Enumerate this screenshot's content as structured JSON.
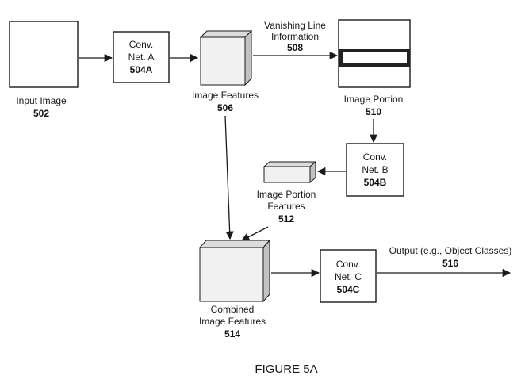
{
  "input_image": {
    "label": "Input Image",
    "ref": "502"
  },
  "conv_a": {
    "line1": "Conv.",
    "line2": "Net. A",
    "ref": "504A"
  },
  "image_features": {
    "label": "Image Features",
    "ref": "506"
  },
  "vanishing_line": {
    "line1": "Vanishing Line",
    "line2": "Information",
    "ref": "508"
  },
  "image_portion": {
    "label": "Image Portion",
    "ref": "510"
  },
  "conv_b": {
    "line1": "Conv.",
    "line2": "Net. B",
    "ref": "504B"
  },
  "portion_features": {
    "line1": "Image Portion",
    "line2": "Features",
    "ref": "512"
  },
  "combined": {
    "line1": "Combined",
    "line2": "Image Features",
    "ref": "514"
  },
  "conv_c": {
    "line1": "Conv.",
    "line2": "Net. C",
    "ref": "504C"
  },
  "output": {
    "label": "Output (e.g., Object Classes)",
    "ref": "516"
  },
  "figure_label": "FIGURE 5A",
  "colors": {
    "cube_front": "#f1f1f1",
    "cube_top": "#dcdcdc",
    "cube_side": "#c2c2c2",
    "line": "#1a1a1a",
    "portion_highlight": "#222222"
  }
}
